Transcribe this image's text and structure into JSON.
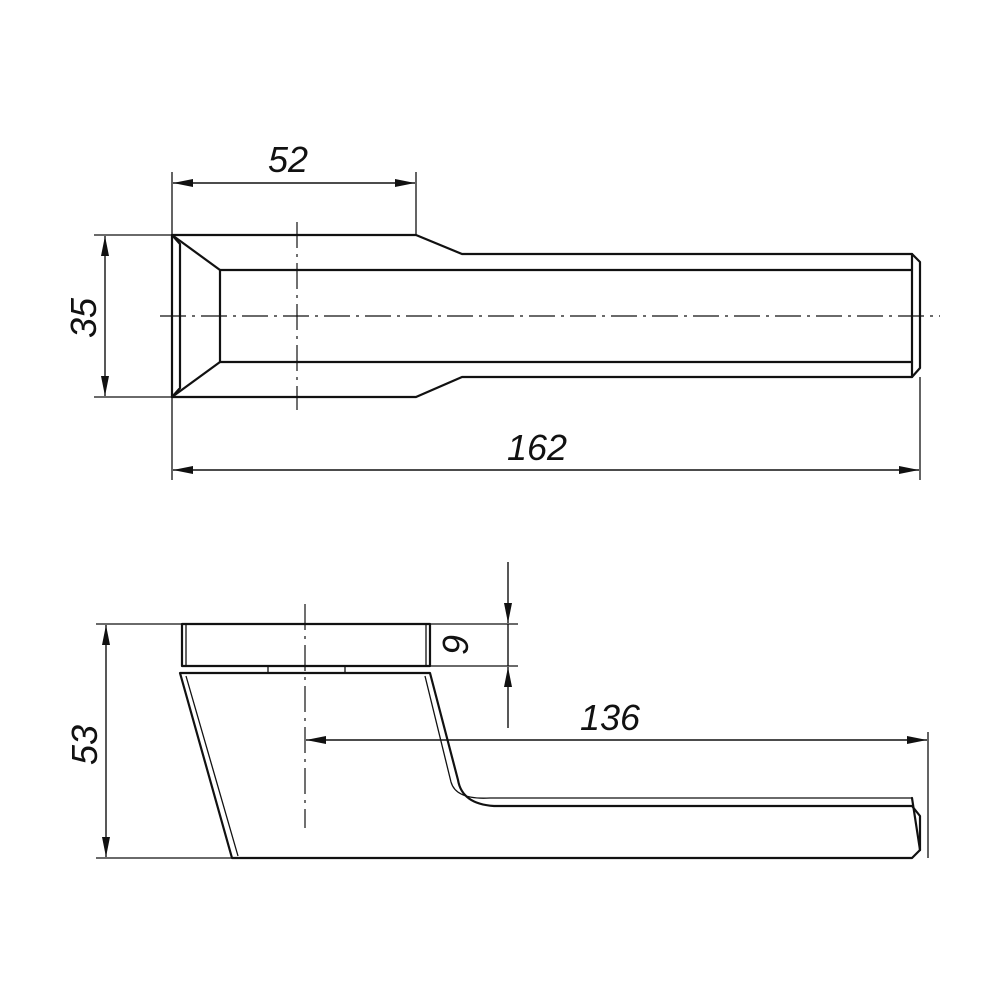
{
  "dimensions": {
    "top_base_length": "52",
    "top_height": "35",
    "top_total_length": "162",
    "side_plate_thickness": "9",
    "side_height": "53",
    "side_lever_length": "136"
  },
  "colors": {
    "line": "#111111",
    "background": "#ffffff"
  }
}
